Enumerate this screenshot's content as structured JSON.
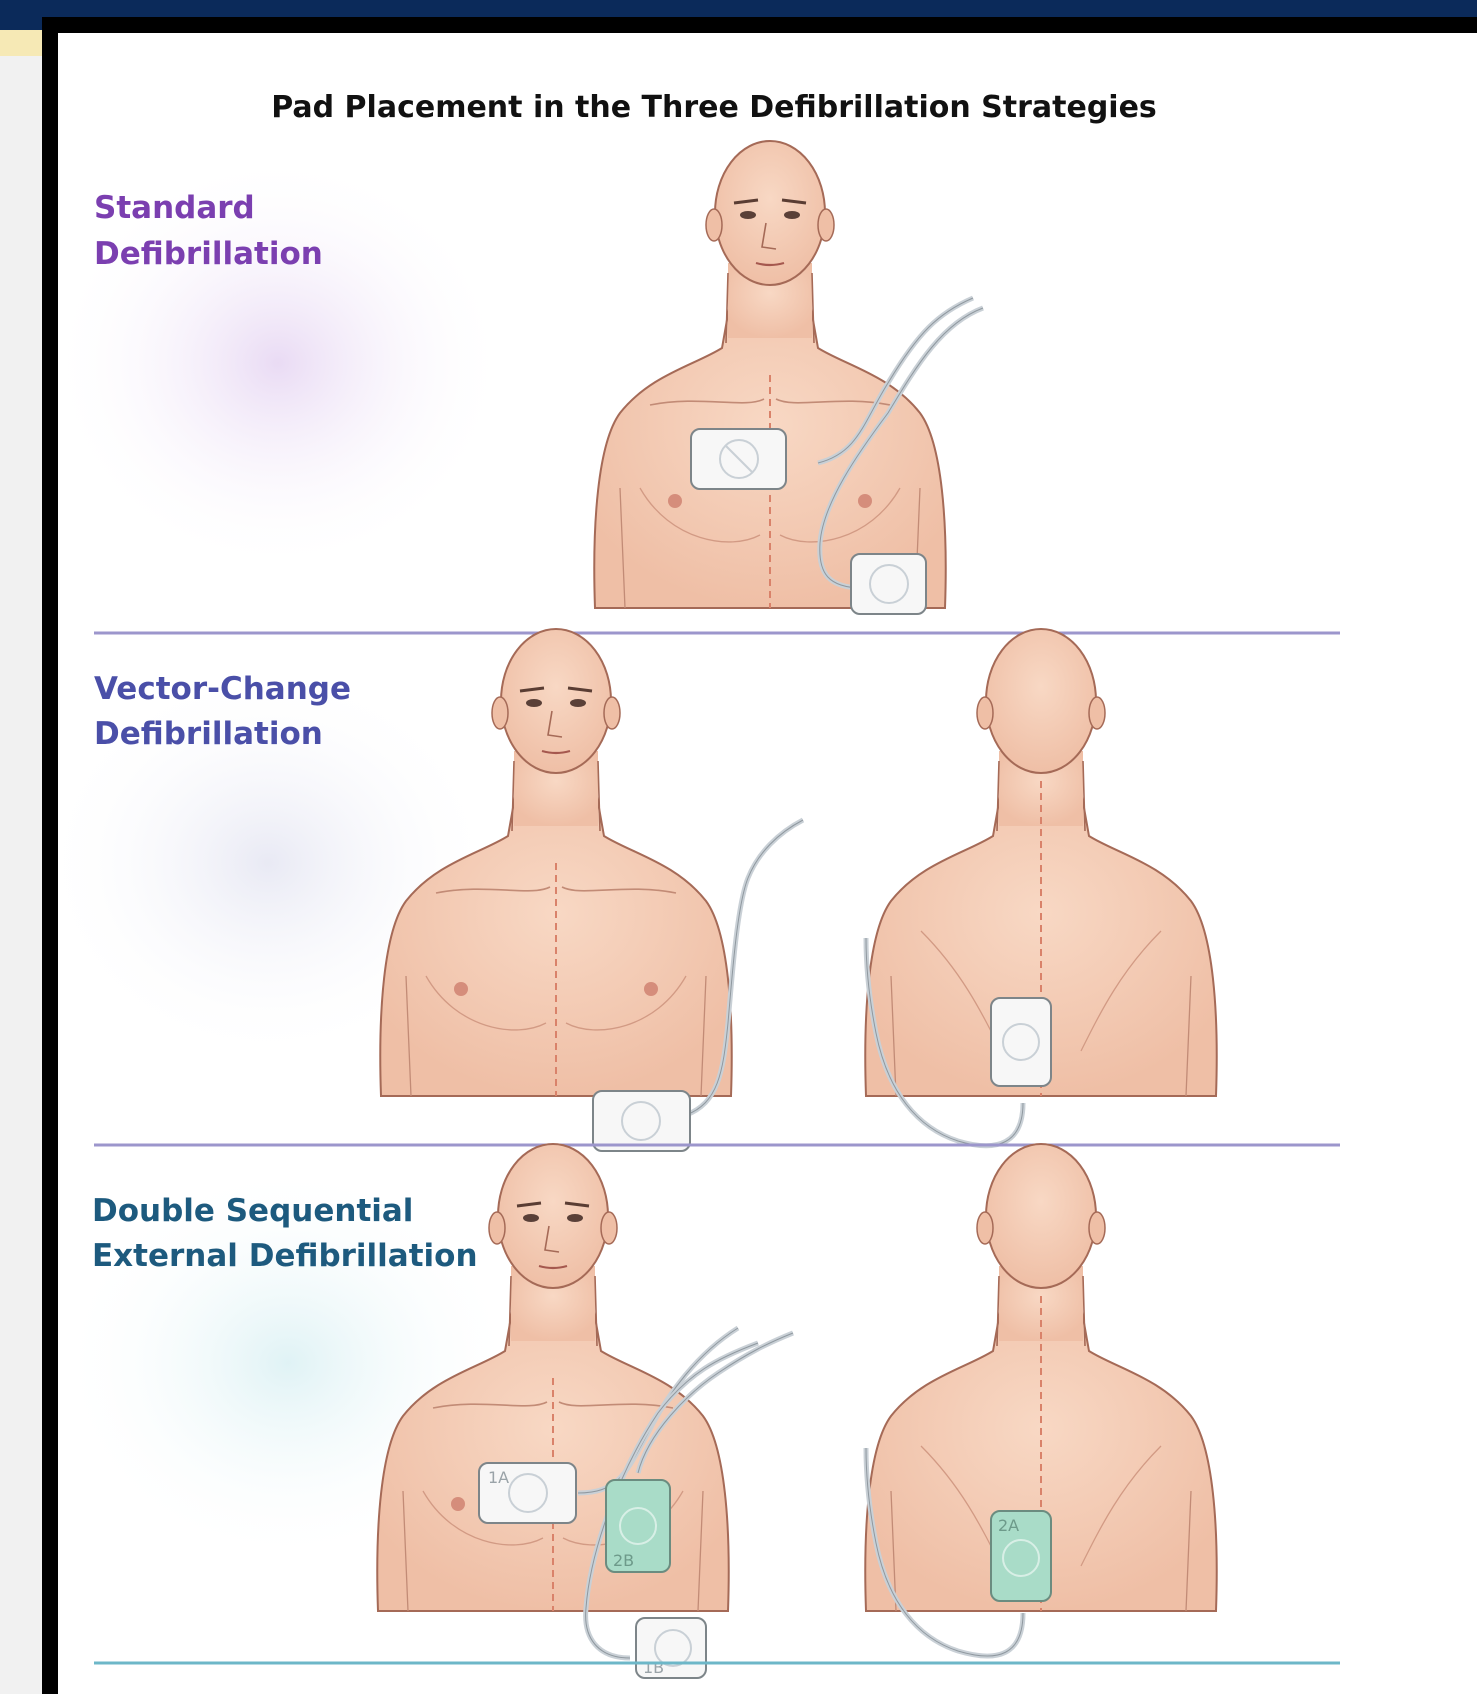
{
  "figure": {
    "title": "Pad Placement in the Three Defibrillation Strategies"
  },
  "panels": [
    {
      "label_line1": "Standard",
      "label_line2": "Defibrillation",
      "label_color": "#7b3fb0"
    },
    {
      "label_line1": "Vector-Change",
      "label_line2": "Defibrillation",
      "label_color": "#4a4fa8"
    },
    {
      "label_line1": "Double Sequential",
      "label_line2": "External Defibrillation",
      "label_color": "#1d5a7e",
      "pad_tags": {
        "front_upper": "1A",
        "front_mid": "2B",
        "front_lower": "1B",
        "back": "2A"
      }
    }
  ],
  "colors": {
    "frame_navy": "#0b2a5a",
    "skin": "#f3c9b2",
    "skin_outline": "#a56a57",
    "pad_white": "#f7f7f7",
    "pad_teal": "#a9dcc8",
    "cable": "#c9d0d6",
    "midline": "#d9826a",
    "divider_lavender": "#9c96cc",
    "divider_teal": "#6db7c8"
  },
  "icons": [
    "defibrillator-pad-icon",
    "patient-front-figure",
    "patient-back-figure"
  ]
}
